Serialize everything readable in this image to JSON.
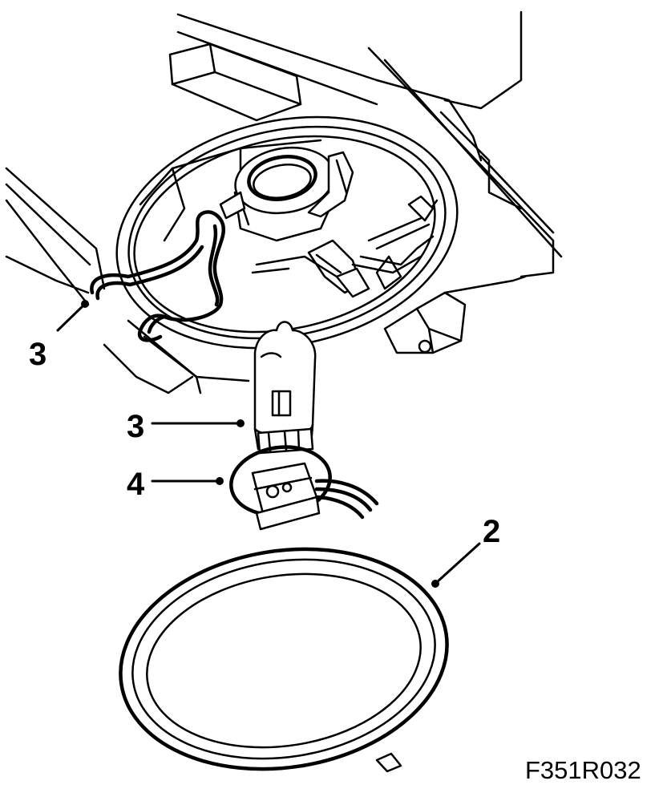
{
  "figure_code": "F351R032",
  "callouts": [
    {
      "id": "clip",
      "number": "3"
    },
    {
      "id": "bulb",
      "number": "3"
    },
    {
      "id": "connector",
      "number": "4"
    },
    {
      "id": "seal",
      "number": "2"
    }
  ]
}
